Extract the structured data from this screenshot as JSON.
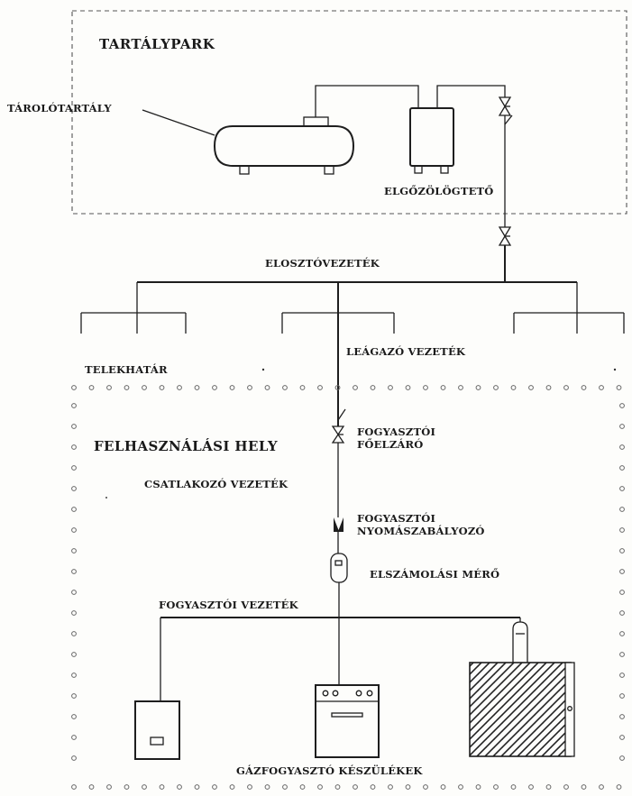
{
  "labels": {
    "tank_park": "TARTÁLYPARK",
    "storage_tank": "TÁROLÓTARTÁLY",
    "vaporizer": "ELGŐZÖLÖGTETŐ",
    "distribution_pipe": "ELOSZTÓVEZETÉK",
    "branch_pipe": "LEÁGAZÓ VEZETÉK",
    "property_boundary": "TELEKHATÁR",
    "usage_site": "FELHASZNÁLÁSI HELY",
    "main_shutoff_line1": "FOGYASZTÓI",
    "main_shutoff_line2": "FŐELZÁRÓ",
    "connection_pipe": "CSATLAKOZÓ VEZETÉK",
    "regulator_line1": "FOGYASZTÓI",
    "regulator_line2": "NYOMÁSZABÁLYOZÓ",
    "billing_meter": "ELSZÁMOLÁSI MÉRŐ",
    "consumer_pipe": "FOGYASZTÓI VEZETÉK",
    "gas_appliances": "GÁZFOGYASZTÓ KÉSZÜLÉKEK"
  }
}
